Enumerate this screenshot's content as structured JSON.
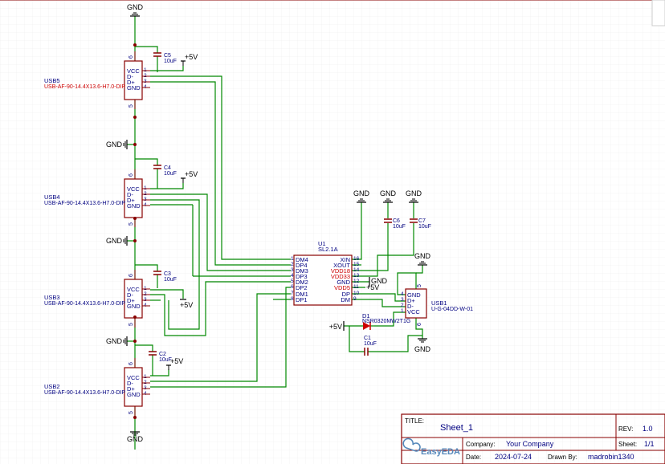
{
  "colors": {
    "wire": "#008800",
    "part": "#880000",
    "text": "#000080",
    "pin": "#cc0000",
    "background": "#ffffff",
    "grid": "#e6e6e6"
  },
  "labels": {
    "gnd": "GND",
    "plus5v": "+5V"
  },
  "usb_ports": [
    {
      "ref": "USB5",
      "value": "USB-AF-90-14.4X13.6-H7.0-DIP",
      "pins": [
        "VCC",
        "D-",
        "D+",
        "GND"
      ],
      "pin_nums": [
        "1",
        "2",
        "3",
        "4"
      ],
      "shell_top": "6",
      "shell_bottom": "5"
    },
    {
      "ref": "USB4",
      "value": "USB-AF-90-14.4X13.6-H7.0-DIP",
      "pins": [
        "VCC",
        "D-",
        "D+",
        "GND"
      ],
      "pin_nums": [
        "1",
        "2",
        "3",
        "4"
      ],
      "shell_top": "6",
      "shell_bottom": "5"
    },
    {
      "ref": "USB3",
      "value": "USB-AF-90-14.4X13.6-H7.0-DIP",
      "pins": [
        "VCC",
        "D-",
        "D+",
        "GND"
      ],
      "pin_nums": [
        "1",
        "2",
        "3",
        "4"
      ],
      "shell_top": "6",
      "shell_bottom": "5"
    },
    {
      "ref": "USB2",
      "value": "USB-AF-90-14.4X13.6-H7.0-DIP",
      "pins": [
        "VCC",
        "D-",
        "D+",
        "GND"
      ],
      "pin_nums": [
        "1",
        "2",
        "3",
        "4"
      ],
      "shell_top": "6",
      "shell_bottom": "5"
    }
  ],
  "caps": [
    {
      "ref": "C5",
      "value": "10uF"
    },
    {
      "ref": "C4",
      "value": "10uF"
    },
    {
      "ref": "C3",
      "value": "10uF"
    },
    {
      "ref": "C2",
      "value": "10uF"
    },
    {
      "ref": "C6",
      "value": "10uF"
    },
    {
      "ref": "C7",
      "value": "10uF"
    },
    {
      "ref": "C1",
      "value": "10uF"
    }
  ],
  "hub_ic": {
    "ref": "U1",
    "value": "SL2.1A",
    "left_pins": [
      {
        "num": "1",
        "name": "DM4"
      },
      {
        "num": "2",
        "name": "DP4"
      },
      {
        "num": "3",
        "name": "DM3"
      },
      {
        "num": "4",
        "name": "DP3"
      },
      {
        "num": "5",
        "name": "DM2"
      },
      {
        "num": "6",
        "name": "DP2"
      },
      {
        "num": "7",
        "name": "DM1"
      },
      {
        "num": "8",
        "name": "DP1"
      }
    ],
    "right_pins": [
      {
        "num": "16",
        "name": "XIN"
      },
      {
        "num": "15",
        "name": "XOUT"
      },
      {
        "num": "14",
        "name": "VDD18"
      },
      {
        "num": "13",
        "name": "VDD33"
      },
      {
        "num": "12",
        "name": "GND"
      },
      {
        "num": "11",
        "name": "VDD5"
      },
      {
        "num": "10",
        "name": "DP"
      },
      {
        "num": "9",
        "name": "DM"
      }
    ]
  },
  "upstream": {
    "ref": "USB1",
    "value": "U-G-04DD-W-01",
    "pins": [
      "GND",
      "D+",
      "D-",
      "VCC"
    ],
    "pin_nums": [
      "4",
      "3",
      "2",
      "1"
    ],
    "shell_top": "5",
    "shell_bottom": "6"
  },
  "diode": {
    "ref": "D1",
    "value": "NSR0320MW2T1G"
  },
  "title_block": {
    "title_label": "TITLE:",
    "title": "Sheet_1",
    "rev_label": "REV:",
    "rev": "1.0",
    "company_label": "Company:",
    "company": "Your Company",
    "sheet_label": "Sheet:",
    "sheet": "1/1",
    "date_label": "Date:",
    "date": "2024-07-24",
    "drawn_label": "Drawn By:",
    "drawn": "madrobin1340",
    "logo": "EasyEDA"
  }
}
